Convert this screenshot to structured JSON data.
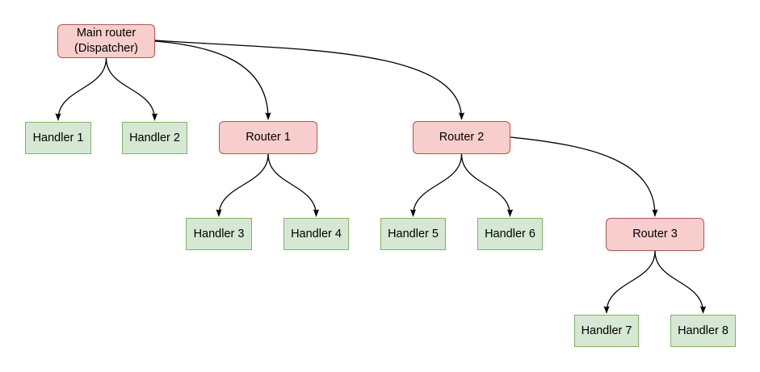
{
  "diagram": {
    "type": "tree",
    "nodes": [
      {
        "id": "main",
        "kind": "router",
        "line1": "Main router",
        "line2": "(Dispatcher)"
      },
      {
        "id": "handler1",
        "kind": "handler",
        "label": "Handler 1"
      },
      {
        "id": "handler2",
        "kind": "handler",
        "label": "Handler 2"
      },
      {
        "id": "router1",
        "kind": "router",
        "label": "Router 1"
      },
      {
        "id": "router2",
        "kind": "router",
        "label": "Router 2"
      },
      {
        "id": "handler3",
        "kind": "handler",
        "label": "Handler 3"
      },
      {
        "id": "handler4",
        "kind": "handler",
        "label": "Handler 4"
      },
      {
        "id": "handler5",
        "kind": "handler",
        "label": "Handler 5"
      },
      {
        "id": "handler6",
        "kind": "handler",
        "label": "Handler 6"
      },
      {
        "id": "router3",
        "kind": "router",
        "label": "Router 3"
      },
      {
        "id": "handler7",
        "kind": "handler",
        "label": "Handler 7"
      },
      {
        "id": "handler8",
        "kind": "handler",
        "label": "Handler 8"
      }
    ],
    "edges": [
      {
        "from": "main",
        "to": "handler1"
      },
      {
        "from": "main",
        "to": "handler2"
      },
      {
        "from": "main",
        "to": "router1"
      },
      {
        "from": "main",
        "to": "router2"
      },
      {
        "from": "router1",
        "to": "handler3"
      },
      {
        "from": "router1",
        "to": "handler4"
      },
      {
        "from": "router2",
        "to": "handler5"
      },
      {
        "from": "router2",
        "to": "handler6"
      },
      {
        "from": "router2",
        "to": "router3"
      },
      {
        "from": "router3",
        "to": "handler7"
      },
      {
        "from": "router3",
        "to": "handler8"
      }
    ],
    "colors": {
      "router_fill": "#f8cecc",
      "router_stroke": "#b85450",
      "handler_fill": "#d5e8d4",
      "handler_stroke": "#82b366",
      "edge_stroke": "#000000",
      "background": "#ffffff"
    }
  }
}
